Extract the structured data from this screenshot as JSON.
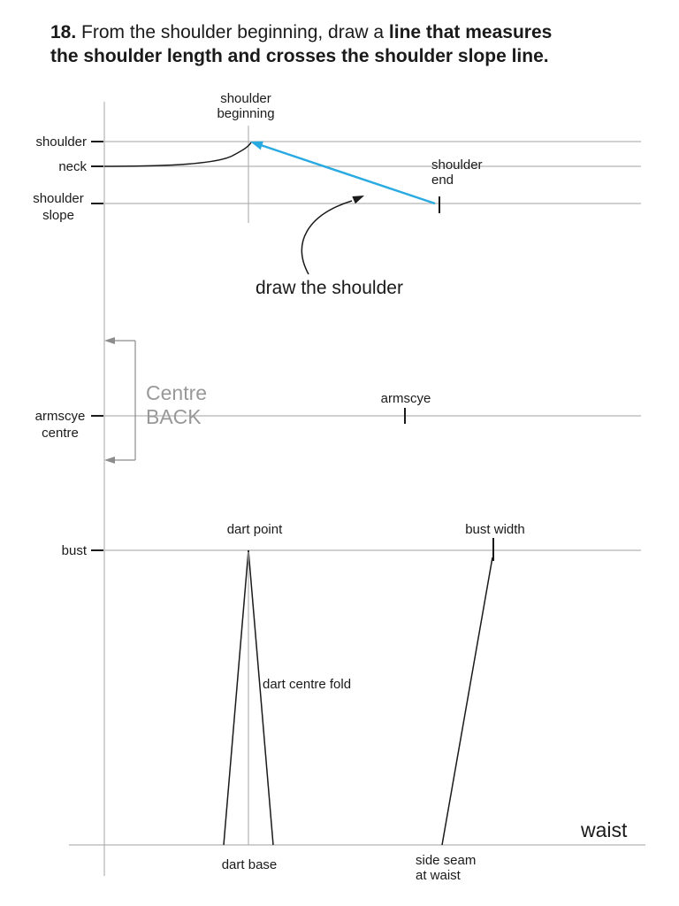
{
  "title": {
    "number": "18.",
    "lead": " From the shoulder beginning, draw a ",
    "emphasis_1": "line that measures",
    "emphasis_2": "the shoulder length and crosses the shoulder slope line."
  },
  "colors": {
    "accent": "#29abe2",
    "diagram_gray": "#b3b3b3",
    "muted_text": "#999999",
    "ink": "#1a1a1a"
  },
  "labels": {
    "shoulder": "shoulder",
    "neck": "neck",
    "shoulder_slope_1": "shoulder",
    "shoulder_slope_2": "slope",
    "armscye_centre_1": "armscye",
    "armscye_centre_2": "centre",
    "bust": "bust",
    "waist": "waist",
    "shoulder_beginning_1": "shoulder",
    "shoulder_beginning_2": "beginning",
    "shoulder_end_1": "shoulder",
    "shoulder_end_2": "end",
    "draw_the_shoulder": "draw the shoulder",
    "centre_back_1": "Centre",
    "centre_back_2": "BACK",
    "armscye": "armscye",
    "dart_point": "dart point",
    "bust_width": "bust width",
    "dart_centre_fold": "dart centre fold",
    "dart_base": "dart base",
    "side_seam_1": "side seam",
    "side_seam_2": "at waist"
  }
}
